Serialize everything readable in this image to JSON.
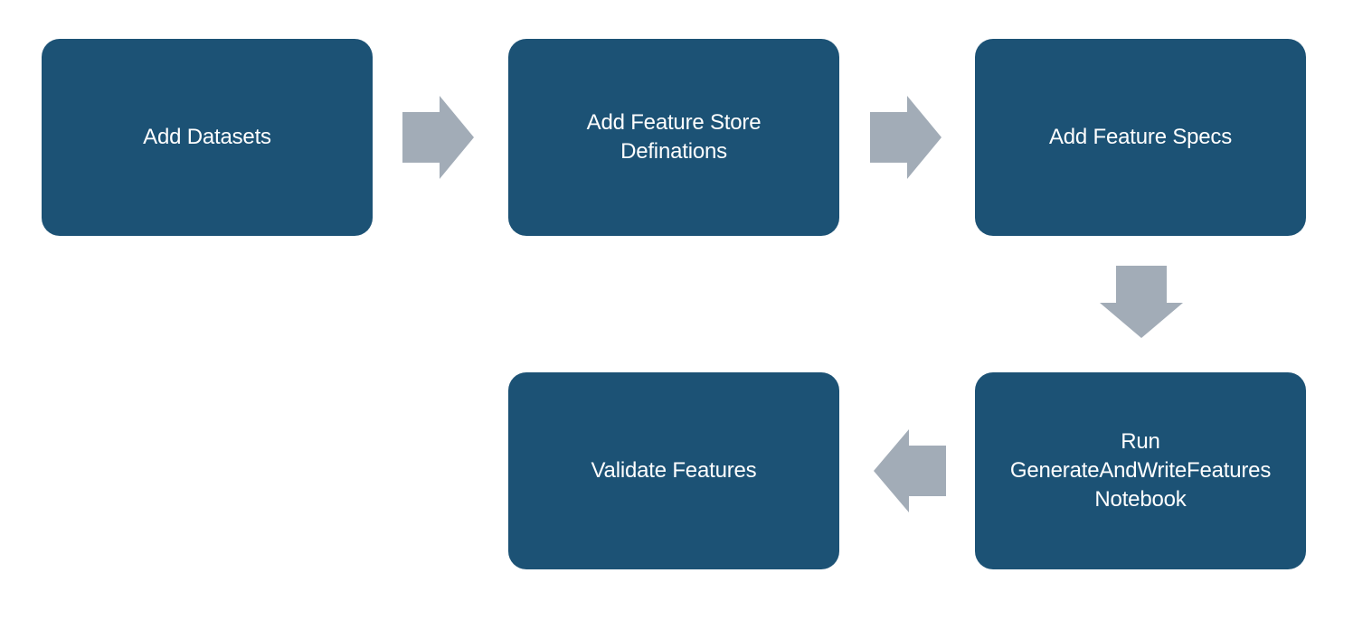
{
  "diagram": {
    "colors": {
      "node_fill": "#1c5275",
      "node_text": "#ffffff",
      "arrow_fill": "#a2acb7",
      "background": "#ffffff"
    },
    "nodes": [
      {
        "id": "add-datasets",
        "label": "Add Datasets"
      },
      {
        "id": "add-feature-store-definations",
        "label": "Add Feature Store\nDefinations"
      },
      {
        "id": "add-feature-specs",
        "label": "Add Feature Specs"
      },
      {
        "id": "run-generate-and-write-features-notebook",
        "label": "Run\nGenerateAndWriteFeatures\nNotebook"
      },
      {
        "id": "validate-features",
        "label": "Validate Features"
      }
    ],
    "edges": [
      {
        "from": "add-datasets",
        "to": "add-feature-store-definations",
        "direction": "right"
      },
      {
        "from": "add-feature-store-definations",
        "to": "add-feature-specs",
        "direction": "right"
      },
      {
        "from": "add-feature-specs",
        "to": "run-generate-and-write-features-notebook",
        "direction": "down"
      },
      {
        "from": "run-generate-and-write-features-notebook",
        "to": "validate-features",
        "direction": "left"
      }
    ]
  }
}
